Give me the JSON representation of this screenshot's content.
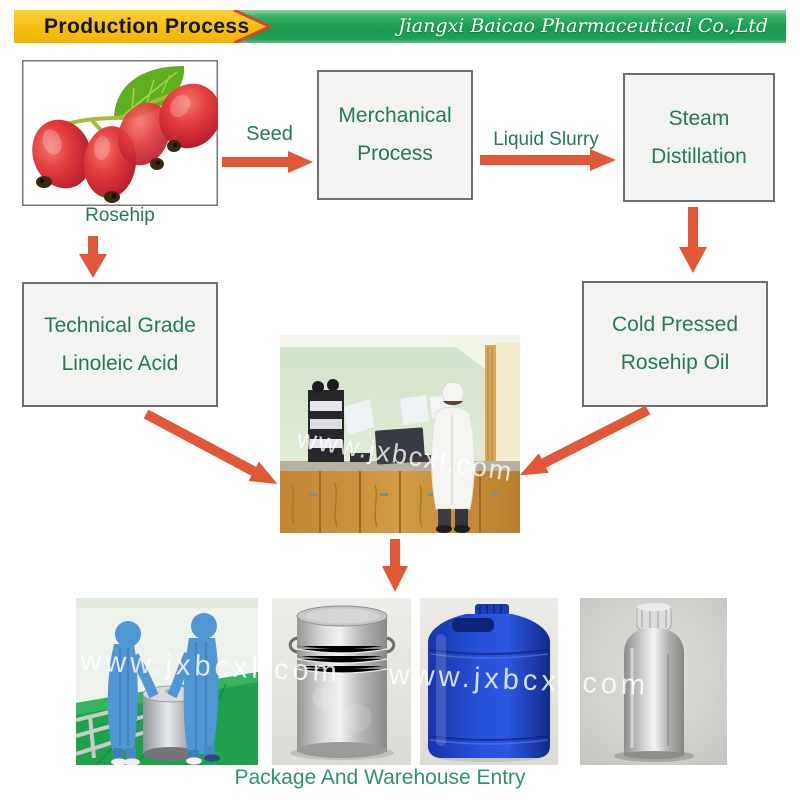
{
  "banner": {
    "title": "Production Process",
    "company": "Jiangxi Baicao Pharmaceutical Co.,Ltd"
  },
  "flow": {
    "rosehip_label": "Rosehip",
    "seed_label": "Seed",
    "liquid_slurry_label": "Liquid Slurry",
    "boxes": {
      "mechanical": {
        "line1": "Merchanical",
        "line2": "Process"
      },
      "steam": {
        "line1": "Steam",
        "line2": "Distillation"
      },
      "technical": {
        "line1": "Technical Grade",
        "line2": "Linoleic Acid"
      },
      "cold_pressed": {
        "line1": "Cold Pressed",
        "line2": "Rosehip Oil"
      }
    }
  },
  "photos": {
    "rosehip": "rosehip-berries-photo",
    "lab": "laboratory-room-photo",
    "workers": "cleanroom-workers-photo",
    "drum": "steel-drum-photo",
    "can": "blue-jerrycan-photo",
    "bottle": "aluminum-bottle-photo"
  },
  "watermark": "www.jxbcxl.com",
  "caption": "Package And Warehouse Entry",
  "colors": {
    "arrow": "#e15838",
    "box_border": "#6e6e6e",
    "box_background": "#f3f3f1",
    "flow_text_green": "#267a53",
    "caption_green": "#2f9469",
    "banner_yellow": "#f5bd10",
    "banner_green": "#189a4f",
    "chevron_edge_red": "#d84427"
  }
}
